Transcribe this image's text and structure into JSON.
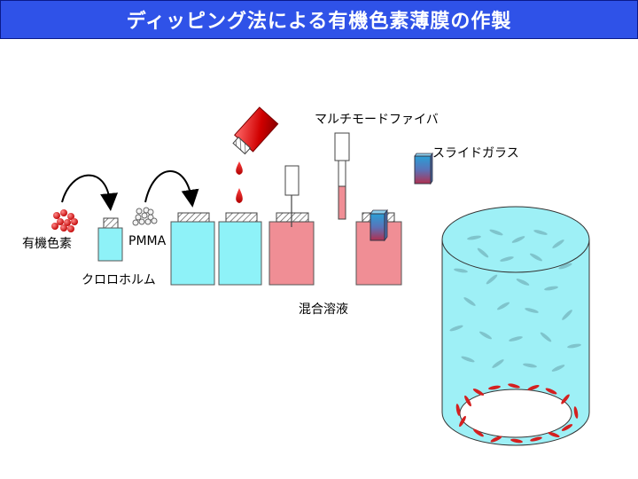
{
  "title": "ディッピング法による有機色素薄膜の作製",
  "labels": {
    "organic_dye": "有機色素",
    "pmma": "PMMA",
    "chloroform": "クロロホルム",
    "mixed_solution": "混合溶液",
    "multimode_fiber": "マルチモードファイバ",
    "slide_glass": "スライドガラス"
  },
  "colors": {
    "title_bar": "#2f52e8",
    "solvent": "#8ef2f8",
    "solution": "#f08e95",
    "dye": "#e01010",
    "fiber_cladding": "#9ef0f6"
  }
}
